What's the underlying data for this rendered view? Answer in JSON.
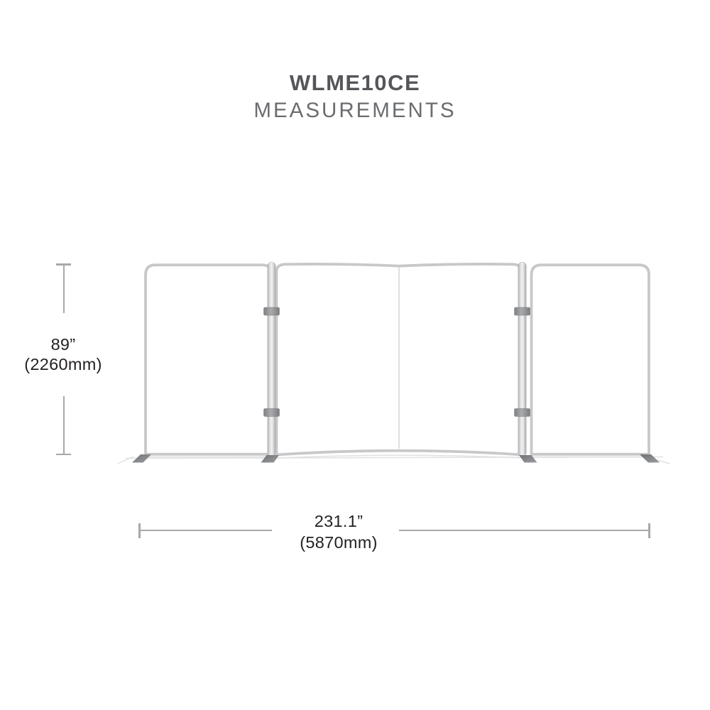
{
  "title": {
    "model": "WLME10CE",
    "subtitle": "MEASUREMENTS"
  },
  "dimensions": {
    "height": {
      "imperial": "89”",
      "metric": "(2260mm)"
    },
    "width": {
      "imperial": "231.1”",
      "metric": "(5870mm)"
    }
  },
  "colors": {
    "title": "#54565a",
    "subtitle": "#6a6c6f",
    "dim_text": "#231f20",
    "dim_line": "#a6a8ab",
    "tube": "#c7c8ca",
    "seam": "#d0d2d4",
    "ground": "#e0e1e3",
    "clamp": "#8e9093",
    "foot": "#85878a"
  }
}
